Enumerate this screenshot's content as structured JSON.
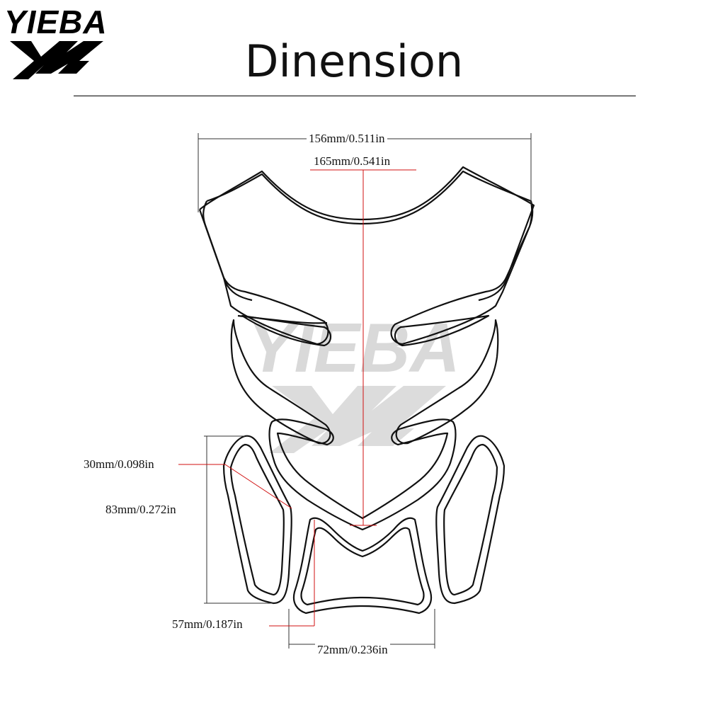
{
  "logo": {
    "text": "YIEBA"
  },
  "title": "Dinension",
  "watermark": {
    "text": "YIEBA"
  },
  "dimensions": {
    "top_width": "156mm/0.511in",
    "total_height": "165mm/0.541in",
    "side_width": "30mm/0.098in",
    "side_height": "83mm/0.272in",
    "bottom_height": "57mm/0.187in",
    "bottom_width": "72mm/0.236in"
  },
  "colors": {
    "outline": "#111111",
    "dimension_line": "#d01010",
    "watermark": "#d9d9d9"
  }
}
